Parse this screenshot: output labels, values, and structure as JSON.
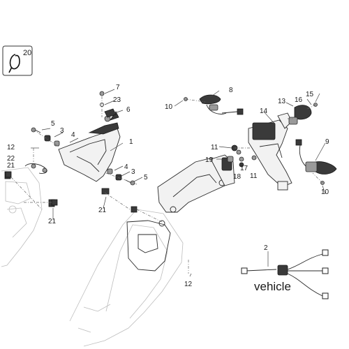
{
  "badge": {
    "label": "20",
    "icon": "rotation-arrow-icon"
  },
  "callouts": {
    "c1": "1",
    "c2": "2",
    "c3a": "3",
    "c3b": "3",
    "c4a": "4",
    "c4b": "4",
    "c5a": "5",
    "c5b": "5",
    "c6": "6",
    "c7": "7",
    "c8": "8",
    "c9": "9",
    "c10a": "10",
    "c10b": "10",
    "c11a": "11",
    "c11b": "11",
    "c12a": "12",
    "c12b": "12",
    "c13": "13",
    "c14": "14",
    "c15": "15",
    "c16": "16",
    "c17": "17",
    "c18": "18",
    "c19": "19",
    "c21a": "21",
    "c21b": "21",
    "c21c": "21",
    "c22": "22",
    "c23": "23"
  },
  "wiring": {
    "label": "vehicle"
  }
}
